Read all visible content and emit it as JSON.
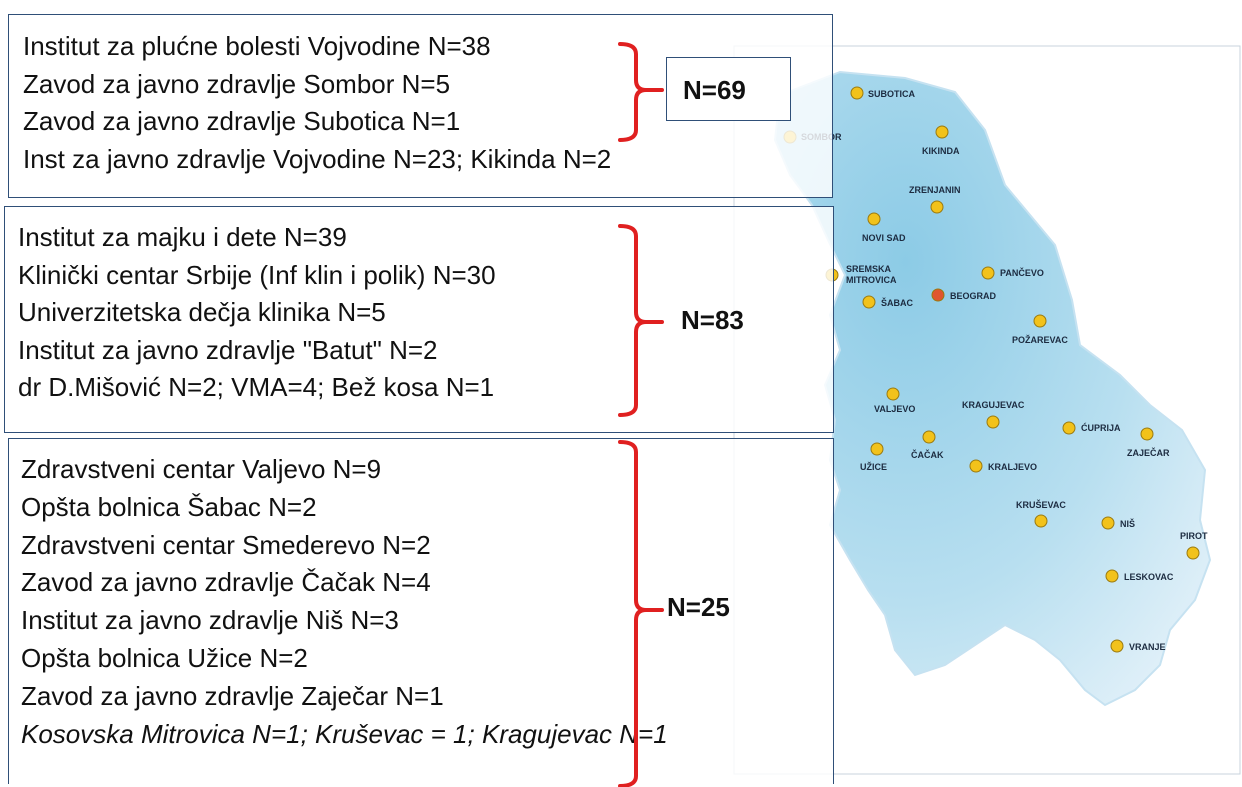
{
  "groups": [
    {
      "total": "N=69",
      "lines": [
        "Institut za plućne bolesti Vojvodine N=38",
        "Zavod za javno zdravlje Sombor N=5",
        "Zavod za javno zdravlje Subotica N=1",
        "Inst za javno zdravlje Vojvodine N=23; Kikinda N=2"
      ]
    },
    {
      "total": "N=83",
      "lines": [
        "Institut za majku i dete N=39",
        "Klinički centar Srbije (Inf klin i polik) N=30",
        "Univerzitetska dečja klinika N=5",
        "Institut za javno zdravlje \"Batut\" N=2",
        "dr D.Mišović N=2; VMA=4; Bež kosa N=1"
      ]
    },
    {
      "total": "N=25",
      "lines": [
        "Zdravstveni centar Valjevo N=9",
        "Opšta bolnica Šabac N=2",
        "Zdravstveni centar Smederevo N=2",
        "Zavod za javno zdravlje Čačak N=4",
        "Institut za javno zdravlje Niš N=3",
        "Opšta bolnica Užice N=2",
        "Zavod za javno zdravlje Zaječar N=1",
        "Kosovska Mitrovica N=1; Kruševac = 1; Kragujevac N=1"
      ]
    }
  ],
  "map": {
    "colors": {
      "region_light": "#e3f1f9",
      "region_dark": "#8ccbe6",
      "marker": "#f2c21b",
      "capital_marker": "#e0552f",
      "bracket": "#e02020",
      "frame": "#2f4f78"
    },
    "cities": [
      {
        "name": "SUBOTICA",
        "capital": false
      },
      {
        "name": "SOMBOR",
        "capital": false
      },
      {
        "name": "KIKINDA",
        "capital": false
      },
      {
        "name": "ZRENJANIN",
        "capital": false
      },
      {
        "name": "NOVI SAD",
        "capital": false
      },
      {
        "name": "SREMSKA",
        "capital": false
      },
      {
        "name": "MITROVICA",
        "capital": false
      },
      {
        "name": "PANČEVO",
        "capital": false
      },
      {
        "name": "BEOGRAD",
        "capital": true
      },
      {
        "name": "ŠABAC",
        "capital": false
      },
      {
        "name": "POŽAREVAC",
        "capital": false
      },
      {
        "name": "VALJEVO",
        "capital": false
      },
      {
        "name": "KRAGUJEVAC",
        "capital": false
      },
      {
        "name": "ĆUPRIJA",
        "capital": false
      },
      {
        "name": "ZAJEČAR",
        "capital": false
      },
      {
        "name": "UŽICE",
        "capital": false
      },
      {
        "name": "ČAČAK",
        "capital": false
      },
      {
        "name": "KRALJEVO",
        "capital": false
      },
      {
        "name": "KRUŠEVAC",
        "capital": false
      },
      {
        "name": "NIŠ",
        "capital": false
      },
      {
        "name": "PIROT",
        "capital": false
      },
      {
        "name": "LESKOVAC",
        "capital": false
      },
      {
        "name": "VRANJE",
        "capital": false
      }
    ]
  }
}
